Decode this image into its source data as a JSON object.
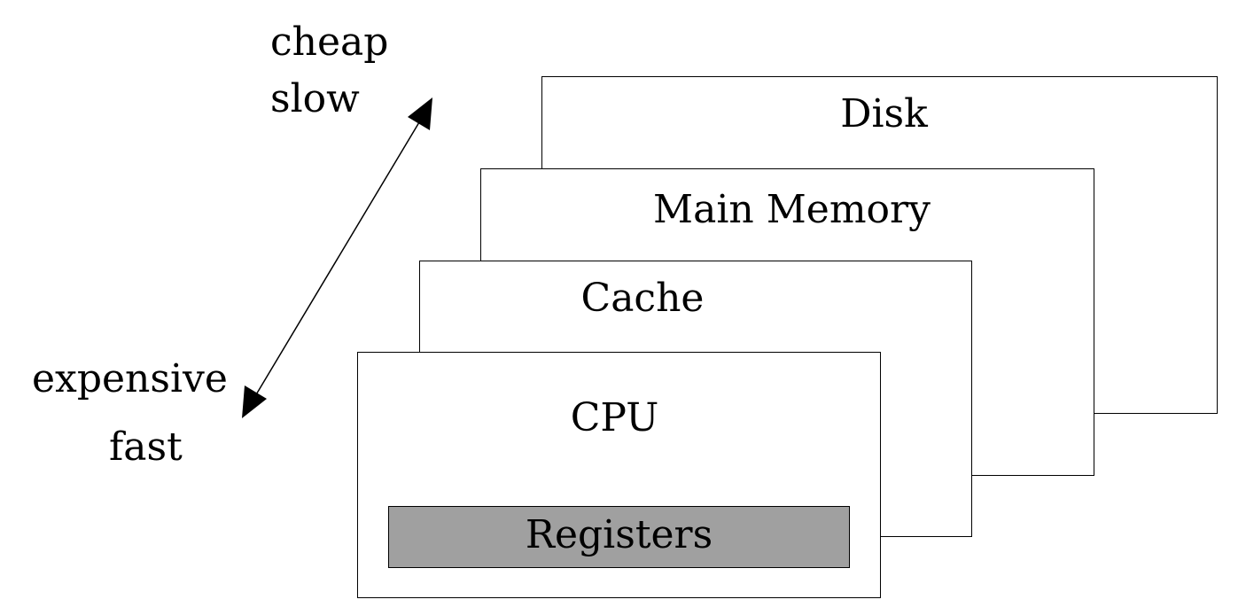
{
  "hierarchy": {
    "layers": [
      {
        "key": "disk",
        "label": "Disk"
      },
      {
        "key": "memory",
        "label": "Main Memory"
      },
      {
        "key": "cache",
        "label": "Cache"
      },
      {
        "key": "cpu",
        "label": "CPU"
      }
    ],
    "registers_label": "Registers",
    "registers_fill": "#a0a0a0"
  },
  "tradeoff": {
    "top_labels": [
      "cheap",
      "slow"
    ],
    "bottom_labels": [
      "expensive",
      "fast"
    ]
  }
}
